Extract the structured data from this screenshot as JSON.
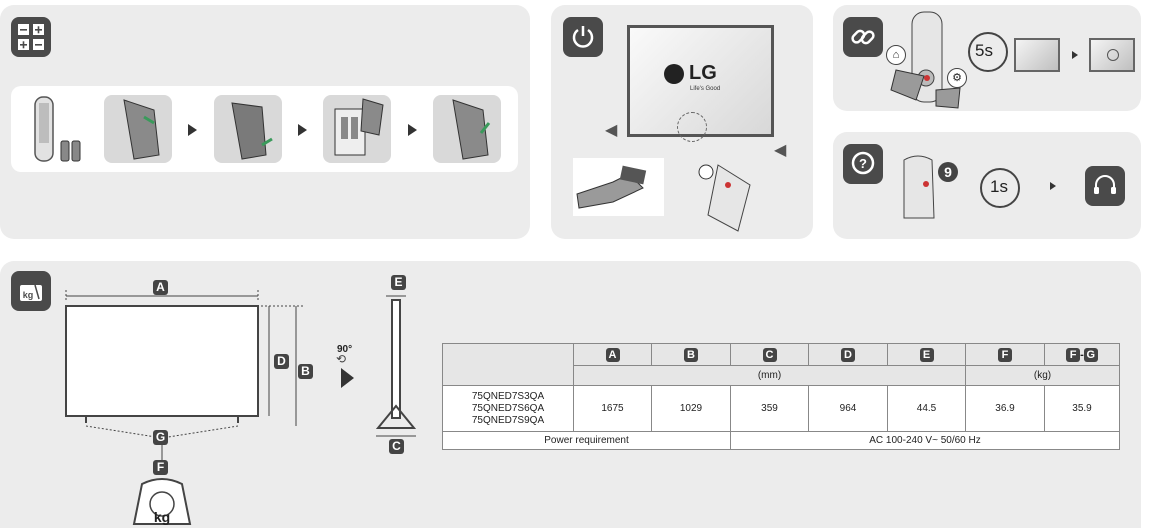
{
  "brand": {
    "logo_text": "LG",
    "tagline": "Life's Good"
  },
  "timers": {
    "pairing": "5s",
    "voice": "1s"
  },
  "badge_nine": "9",
  "rotation_label": "90°",
  "dimension_labels": {
    "a": "A",
    "b": "B",
    "c": "C",
    "d": "D",
    "e": "E",
    "f": "F",
    "g": "G"
  },
  "weight_unit_icon": "kg",
  "spec_table": {
    "headers": [
      "A",
      "B",
      "C",
      "D",
      "E",
      "F"
    ],
    "fg_header": {
      "f": "F",
      "sep": "-",
      "g": "G"
    },
    "unit_mm": "(mm)",
    "unit_kg": "(kg)",
    "models": [
      "75QNED7S3QA",
      "75QNED7S6QA",
      "75QNED7S9QA"
    ],
    "values": [
      "1675",
      "1029",
      "359",
      "964",
      "44.5",
      "36.9",
      "35.9"
    ],
    "power_label": "Power requirement",
    "power_value": "AC 100-240 V~ 50/60 Hz"
  },
  "icons": [
    "battery-icon",
    "power-icon",
    "link-icon",
    "help-icon",
    "weight-icon",
    "headset-icon",
    "home-icon",
    "settings-icon",
    "mute-icon"
  ]
}
